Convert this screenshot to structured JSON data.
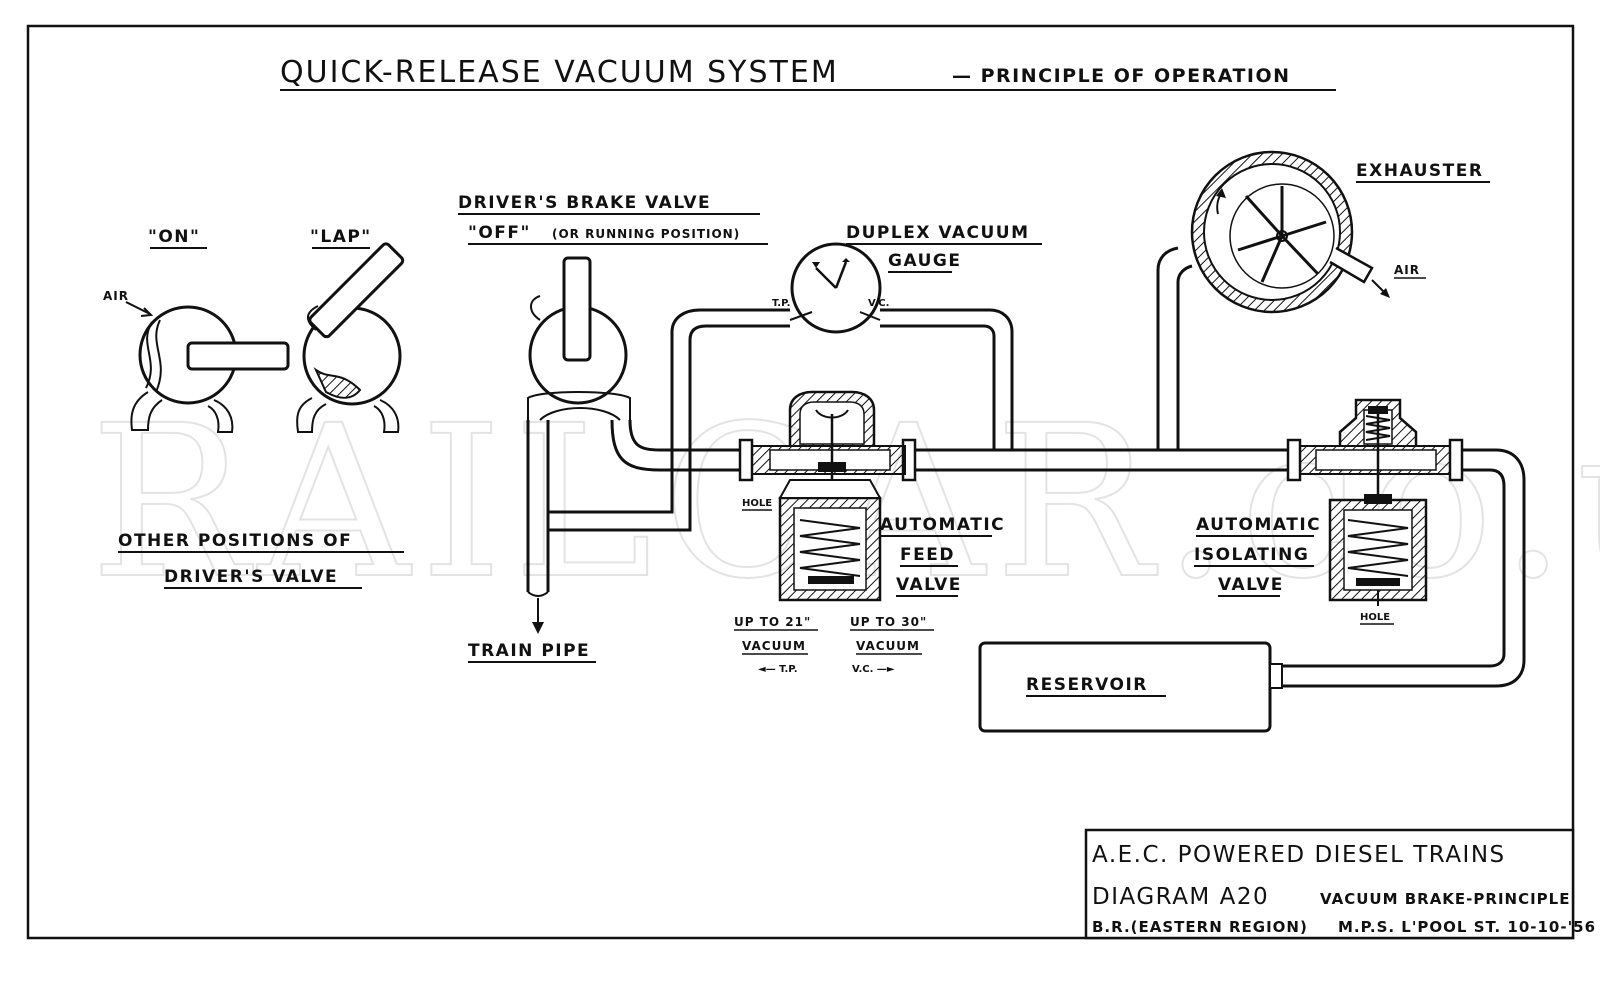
{
  "title": {
    "main": "QUICK-RELEASE VACUUM SYSTEM",
    "sub": "— PRINCIPLE OF OPERATION"
  },
  "valve_positions": {
    "on_label": "\"ON\"",
    "lap_label": "\"LAP\"",
    "air_label": "AIR",
    "caption_line1": "OTHER POSITIONS OF",
    "caption_line2": "DRIVER'S VALVE"
  },
  "drivers_brake_valve": {
    "line1": "DRIVER'S BRAKE VALVE",
    "line2_main": "\"OFF\"",
    "line2_note": "(OR RUNNING POSITION)"
  },
  "gauge": {
    "line1": "DUPLEX VACUUM",
    "line2": "GAUGE",
    "tp": "T.P.",
    "vc": "V.C."
  },
  "exhauster": {
    "label": "EXHAUSTER",
    "air": "AIR"
  },
  "train_pipe": "TRAIN PIPE",
  "feed_valve": {
    "hole": "HOLE",
    "line1": "AUTOMATIC",
    "line2": "FEED",
    "line3": "VALVE",
    "tp_range1": "UP TO 21\"",
    "tp_range2": "VACUUM",
    "tp_dir": "◄— T.P.",
    "vc_range1": "UP TO 30\"",
    "vc_range2": "VACUUM",
    "vc_dir": "V.C. —►"
  },
  "isolating_valve": {
    "line1": "AUTOMATIC",
    "line2": "ISOLATING",
    "line3": "VALVE",
    "hole": "HOLE"
  },
  "reservoir": "RESERVOIR",
  "watermark": "RAILCAR.co.uk",
  "title_block": {
    "line1": "A.E.C. POWERED DIESEL TRAINS",
    "line2_main": "DIAGRAM A20",
    "line2_sub": "VACUUM BRAKE-PRINCIPLE",
    "line3_left": "B.R.(EASTERN REGION)",
    "line3_right": "M.P.S. L'POOL ST. 10-10-'56"
  },
  "colors": {
    "ink": "#111111",
    "paper": "#ffffff",
    "watermark": "#e3e3e3"
  }
}
